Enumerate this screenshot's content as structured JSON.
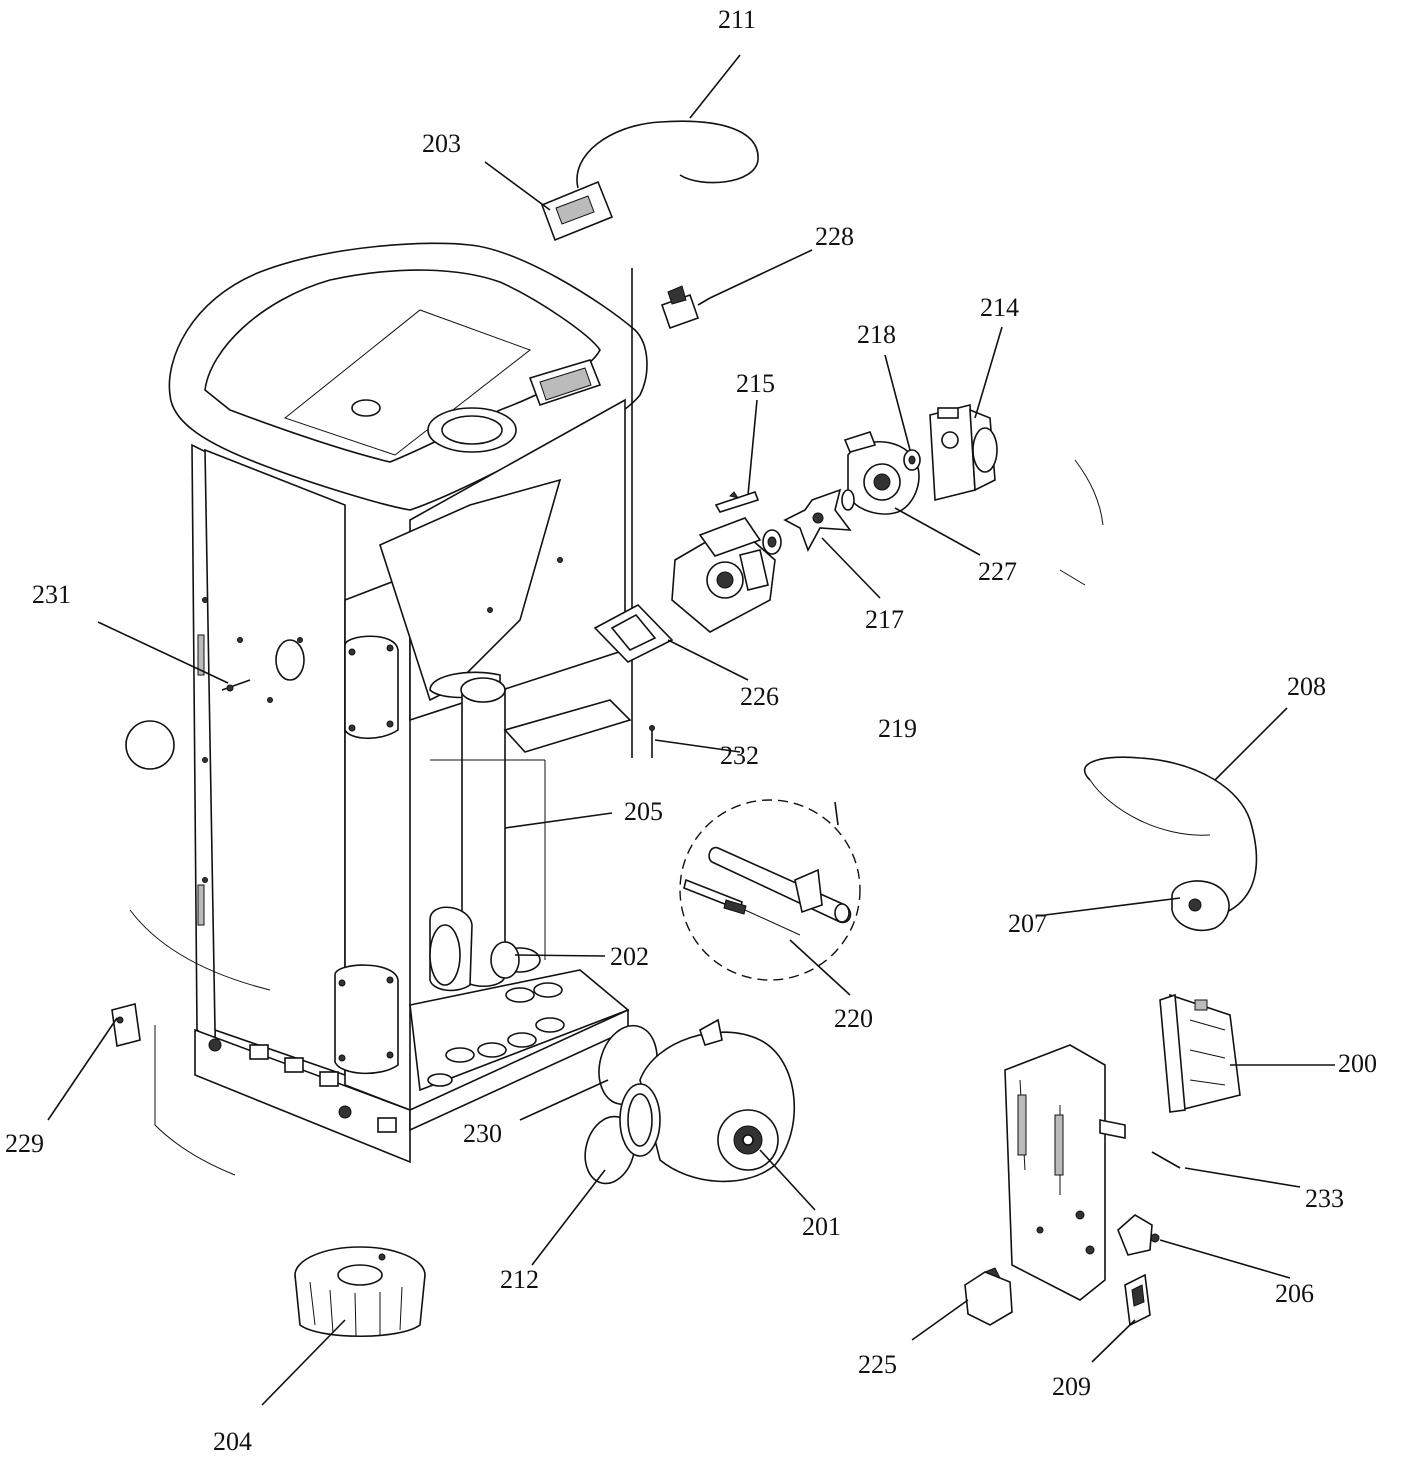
{
  "diagram": {
    "labels": {
      "l200": "200",
      "l201": "201",
      "l202": "202",
      "l203": "203",
      "l204": "204",
      "l205": "205",
      "l206": "206",
      "l207": "207",
      "l208": "208",
      "l209": "209",
      "l211": "211",
      "l212": "212",
      "l214": "214",
      "l215": "215",
      "l217": "217",
      "l218": "218",
      "l219": "219",
      "l220": "220",
      "l225": "225",
      "l226": "226",
      "l227": "227",
      "l228": "228",
      "l229": "229",
      "l230": "230",
      "l231": "231",
      "l232": "232",
      "l233": "233"
    }
  }
}
